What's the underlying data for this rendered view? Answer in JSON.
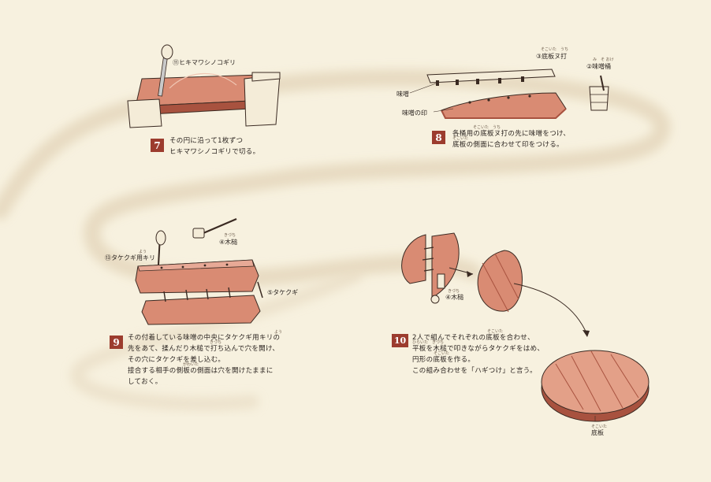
{
  "colors": {
    "background": "#f7f1df",
    "path": "#e8dcc3",
    "wood": "#d98b73",
    "wood_dark": "#a8523f",
    "badge": "#9c3c2e"
  },
  "step7": {
    "number": "7",
    "line1": "その円に沿って1枚ずつ",
    "line2": "ヒキマワシノコギリで切る。",
    "tool_no": "⑪",
    "tool_label": "ヒキマワシノコギリ"
  },
  "step8": {
    "number": "8",
    "line1": "各桶用の底板ヌ打の先に味噌をつけ、",
    "line2": "底板の側面に合わせて印をつける。",
    "ruby1": "そこいた　うち",
    "ruby2": "そこいた",
    "tool1_no": "③",
    "tool1_label": "底板ヌ打",
    "tool1_ruby": "そこいた　うち",
    "tool2_no": "②",
    "tool2_label": "味噌桶",
    "tool2_ruby": "み　そ おけ",
    "miso_label": "味噌",
    "mark_label": "味噌の印"
  },
  "step9": {
    "number": "9",
    "line1": "その付着している味噌の中央にタケクギ用キリの",
    "line2": "先をあて、揉んだり木槌で打ち込んで穴を開け、",
    "line3": "その穴にタケクギを差し込む。",
    "line4": "接合する相手の側板の側面は穴を開けたままに",
    "line5": "しておく。",
    "ruby_you": "よう",
    "ruby_kizuchi": "きづち",
    "ruby_gawaita": "がわいた",
    "tool1_no": "⑬",
    "tool1_label": "タケクギ用キリ",
    "tool1_ruby": "よう",
    "tool2_no": "④",
    "tool2_label": "木槌",
    "tool2_ruby": "きづち",
    "tool3_no": "⑤",
    "tool3_label": "タケクギ"
  },
  "step10": {
    "number": "10",
    "line1": "2人で組んでそれぞれの底板を合わせ、",
    "line2": "平板を木槌で叩きながらタケクギをはめ、",
    "line3": "円形の底板を作る。",
    "line4": "この組み合わせを「ハギつけ」と言う。",
    "ruby_soko": "そこいた",
    "ruby_hiraita": "ひらいた　きづち",
    "ruby_soko2": "そこいた",
    "tool_no": "④",
    "tool_label": "木槌",
    "tool_ruby": "きづち",
    "result_label": "底板",
    "result_ruby": "そこいた"
  }
}
